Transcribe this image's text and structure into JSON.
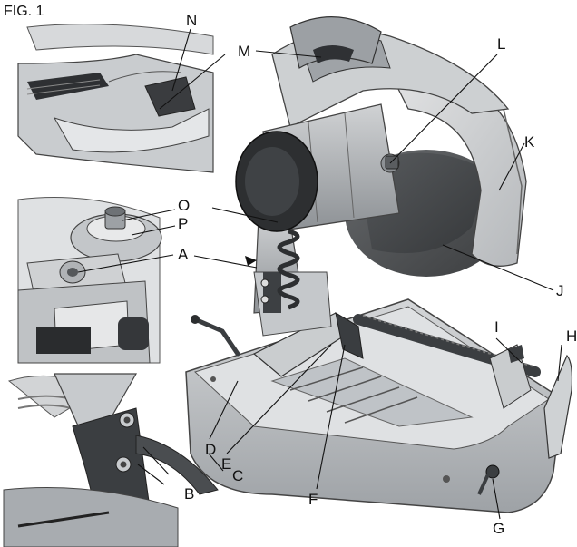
{
  "figure": {
    "title": "FIG. 1",
    "labels": {
      "A": "A",
      "B": "B",
      "C": "C",
      "D": "D",
      "E": "E",
      "F": "F",
      "G": "G",
      "H": "H",
      "I": "I",
      "J": "J",
      "K": "K",
      "L": "L",
      "M": "M",
      "N": "N",
      "O": "O",
      "P": "P"
    }
  }
}
